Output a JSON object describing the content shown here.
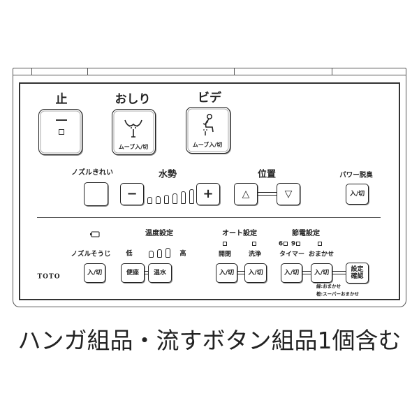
{
  "colors": {
    "ink": "#222222",
    "frame": "#555555",
    "background": "#ffffff"
  },
  "stop": {
    "label": "止",
    "icon": "stop-line-icon"
  },
  "oshiri": {
    "label": "おしり",
    "button_text": "ムーブ入/切",
    "icon": "oshiri-spray-icon"
  },
  "bidet": {
    "label": "ビデ",
    "button_text": "ムーブ入/切",
    "icon": "bidet-person-icon"
  },
  "nozzle_clean": {
    "label": "ノズルきれい"
  },
  "water_pressure": {
    "label": "水勢",
    "minus": "−",
    "plus": "+"
  },
  "position": {
    "label": "位置",
    "up": "△",
    "down": "▽"
  },
  "power_deodorize": {
    "label": "パワー脱臭",
    "button_text": "入/切"
  },
  "battery": {
    "icon": "battery-icon"
  },
  "nozzle_cleaning": {
    "label": "ノズルそうじ",
    "button_text": "入/切"
  },
  "temperature": {
    "label": "温度設定",
    "low": "低",
    "high": "高",
    "seat": "便座",
    "water": "温水"
  },
  "auto_setting": {
    "label": "オート設定",
    "open_close": "開閉",
    "flush": "洗浄",
    "button_text": "入/切"
  },
  "power_saving": {
    "label": "節電設定",
    "six": "6",
    "nine": "9",
    "timer": "タイマー",
    "omakase": "おまかせ",
    "button_text": "入/切",
    "confirm_line1": "設定",
    "confirm_line2": "確認",
    "note_green": "緑:おまかせ",
    "note_orange": "橙:スーパーおまかせ"
  },
  "brand": "TOTO",
  "caption": "ハンガ組品・流すボタン組品1個含む"
}
